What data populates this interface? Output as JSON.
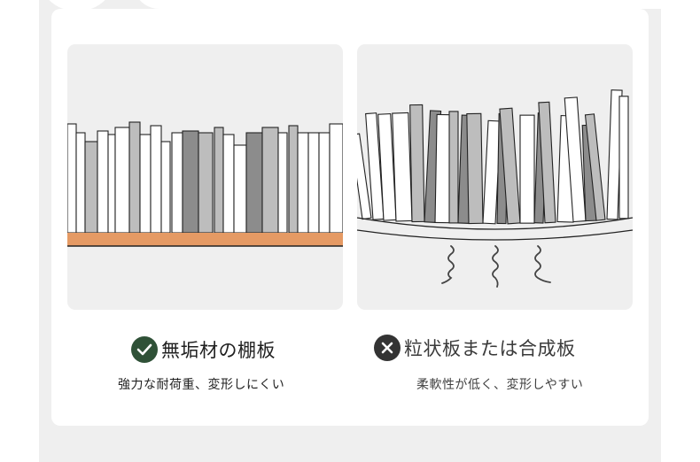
{
  "colors": {
    "good_badge": "#2f5137",
    "bad_badge": "#333333",
    "shelf_board": "#e59a64",
    "panel_bg": "#efefef"
  },
  "good": {
    "icon": "check-circle-icon",
    "title": "無垢材の棚板",
    "subtitle": "強力な耐荷重、変形しにくい"
  },
  "bad": {
    "icon": "x-circle-icon",
    "title": "粒状板または合成板",
    "subtitle": "柔軟性が低く、変形しやすい"
  }
}
